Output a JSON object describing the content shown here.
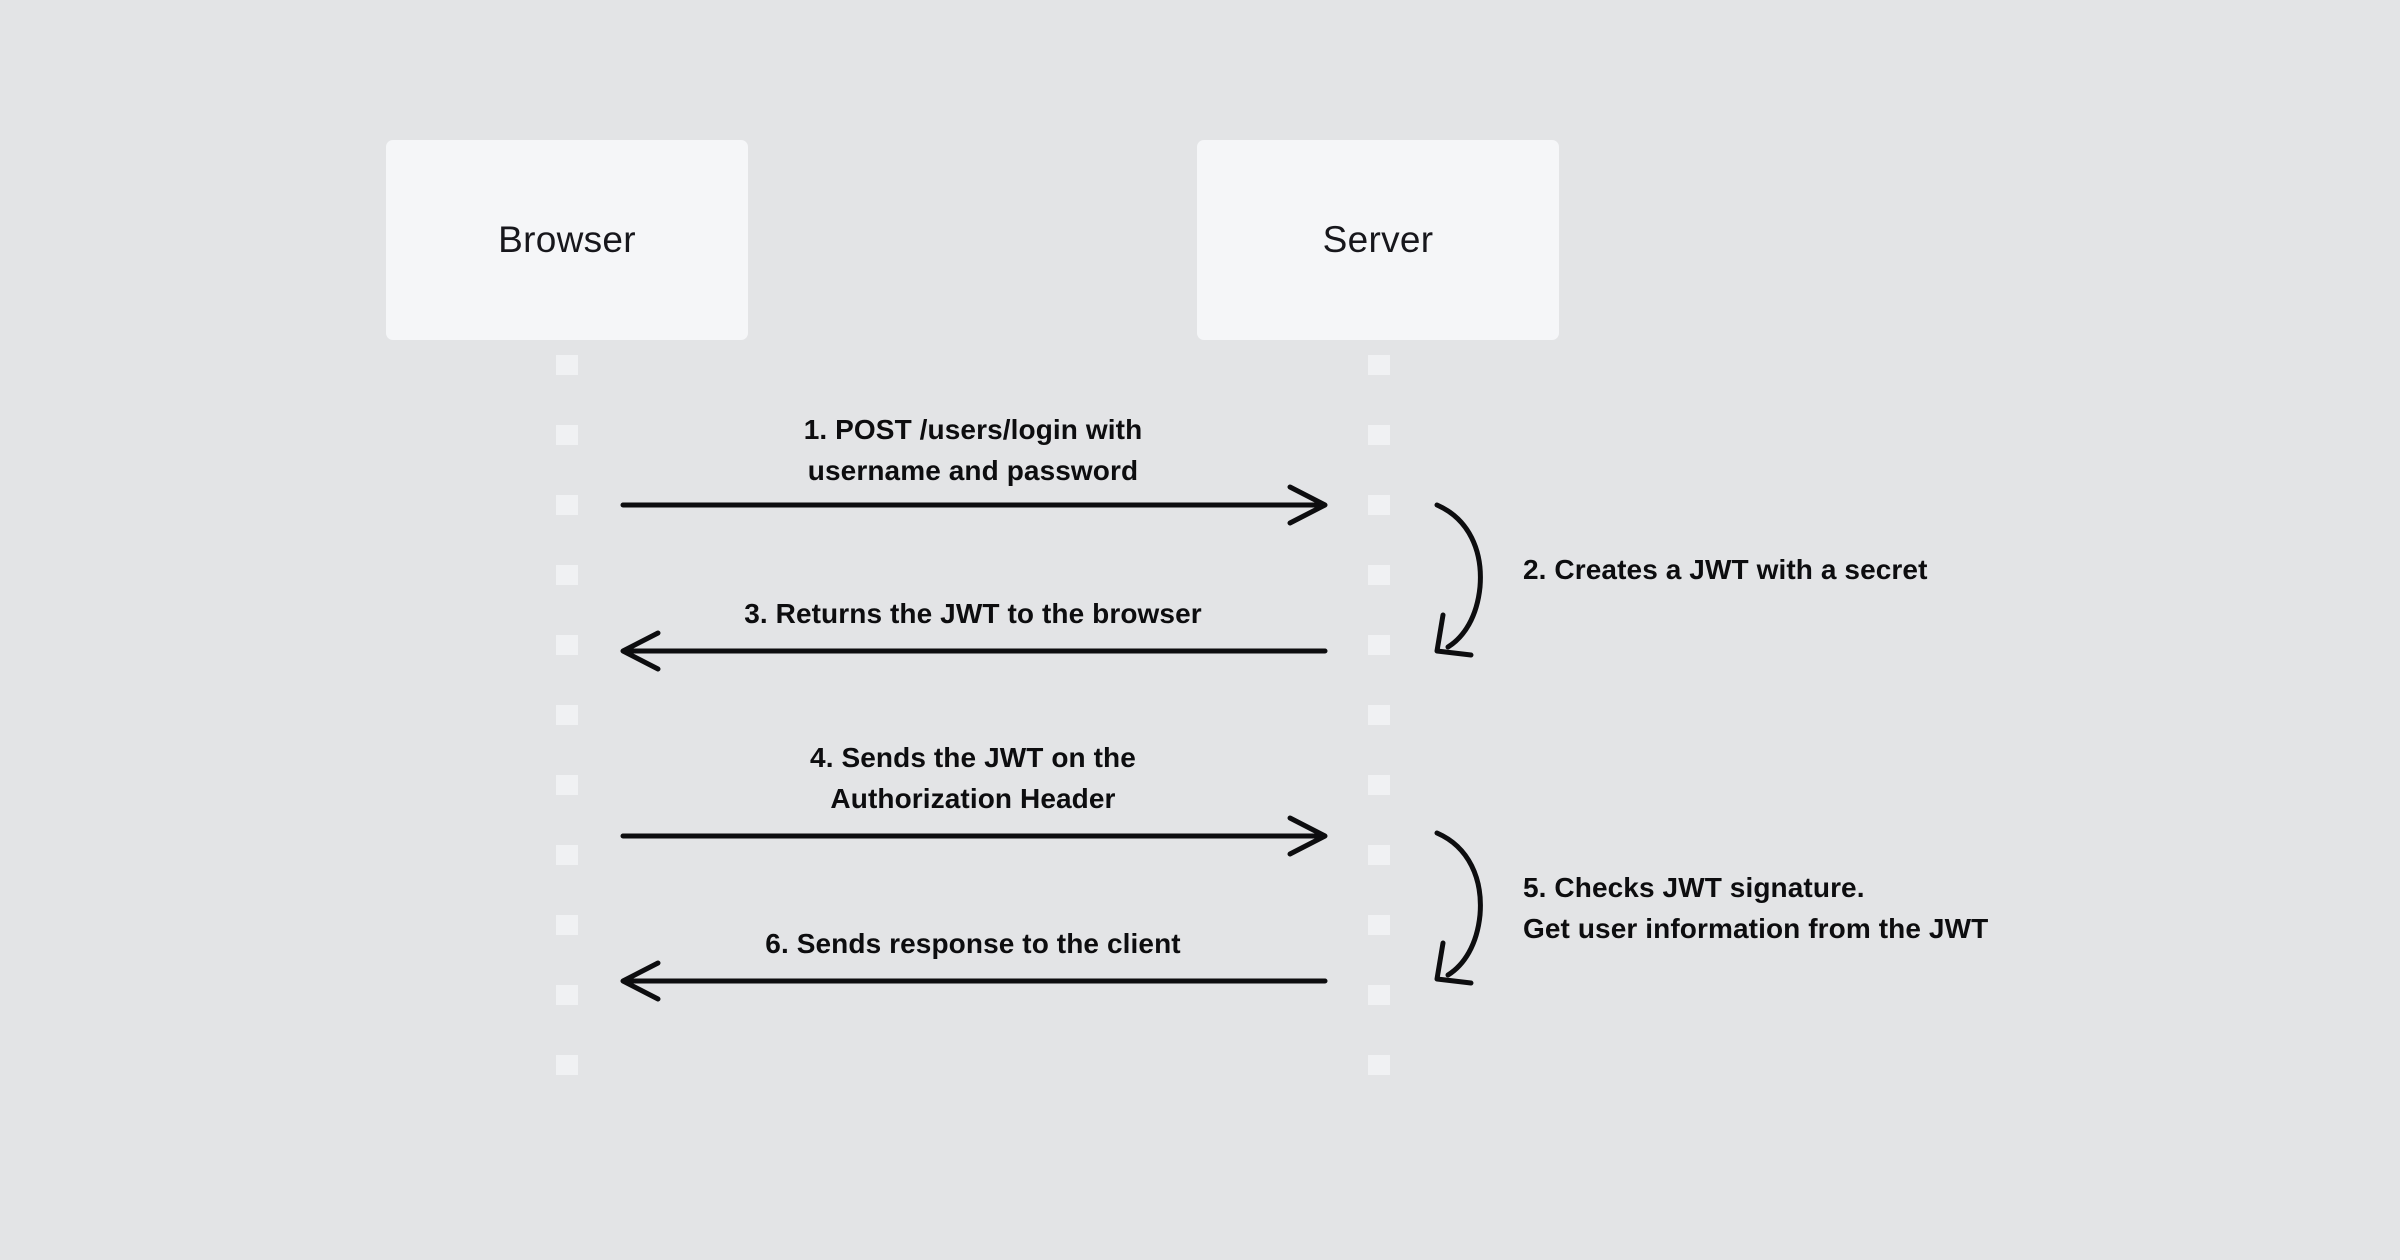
{
  "diagram": {
    "type": "sequence-diagram",
    "topic": "JWT token authentication flow",
    "colors": {
      "background": "#e3e4e6",
      "actor_box": "#f5f6f8",
      "lifeline_dash": "#f0f1f3",
      "ink": "#0d0d0f"
    }
  },
  "actors": [
    {
      "label": "Browser"
    },
    {
      "label": "Server"
    }
  ],
  "messages": [
    {
      "from": "Browser",
      "to": "Server",
      "direction": "right",
      "lines": [
        "1. POST /users/login with",
        "username and password"
      ]
    },
    {
      "from": "Server",
      "to": "Server",
      "direction": "self",
      "label": "2. Creates a JWT with a secret"
    },
    {
      "from": "Server",
      "to": "Browser",
      "direction": "left",
      "label": "3. Returns the JWT to the browser"
    },
    {
      "from": "Browser",
      "to": "Server",
      "direction": "right",
      "lines": [
        "4. Sends the JWT on the",
        "Authorization Header"
      ]
    },
    {
      "from": "Server",
      "to": "Server",
      "direction": "self",
      "lines": [
        "5. Checks JWT signature.",
        "Get user information from the JWT"
      ]
    },
    {
      "from": "Server",
      "to": "Browser",
      "direction": "left",
      "label": "6. Sends response to the client"
    }
  ]
}
